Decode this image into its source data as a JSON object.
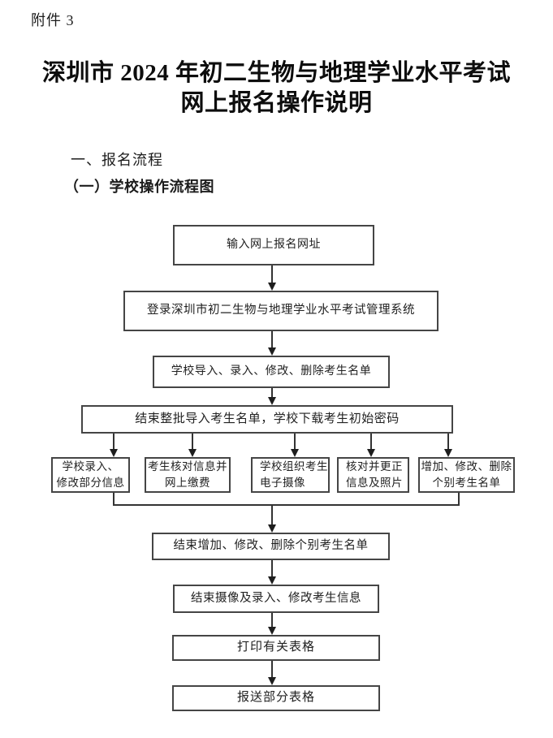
{
  "page": {
    "attachment_label": "附件 3",
    "title_line1": "深圳市 2024 年初二生物与地理学业水平考试",
    "title_line2": "网上报名操作说明",
    "section_heading": "一、报名流程",
    "subsection_heading": "（一）学校操作流程图"
  },
  "flowchart": {
    "boxes": [
      {
        "id": "enter-url",
        "label": "输入网上报名网址"
      },
      {
        "id": "login-system",
        "label": "登录深圳市初二生物与地理学业水平考试管理系统"
      },
      {
        "id": "school-manage-list",
        "label": "学校导入、录入、修改、删除考生名单"
      },
      {
        "id": "finish-batch-import",
        "label": "结束整批导入考生名单，学校下载考生初始密码"
      },
      {
        "id": "school-edit-info",
        "label": "学校录入、\n修改部分信息"
      },
      {
        "id": "student-verify-pay",
        "label": "考生核对信息并\n网上缴费"
      },
      {
        "id": "school-photo",
        "label": "学校组织考生\n电子摄像"
      },
      {
        "id": "verify-correct-photo",
        "label": "核对并更正\n信息及照片"
      },
      {
        "id": "add-modify-delete",
        "label": "增加、修改、删除\n个别考生名单"
      },
      {
        "id": "finish-individual-changes",
        "label": "结束增加、修改、删除个别考生名单"
      },
      {
        "id": "finish-photo-entry",
        "label": "结束摄像及录入、修改考生信息"
      },
      {
        "id": "print-forms",
        "label": "打印有关表格"
      },
      {
        "id": "submit-forms",
        "label": "报送部分表格"
      }
    ],
    "colors": {
      "line": "#333333",
      "border": "#454545",
      "text": "#222222",
      "background": "#ffffff"
    }
  }
}
